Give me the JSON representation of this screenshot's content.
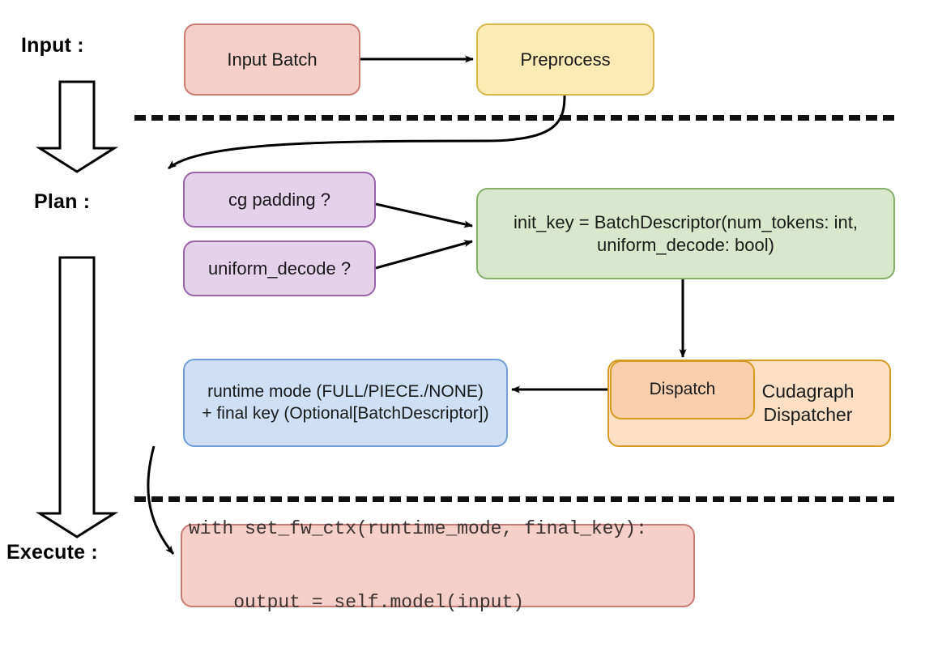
{
  "diagram": {
    "title": "vLLM cudagraph dispatch flow",
    "stage_labels": [
      {
        "id": "input",
        "text": "Input :"
      },
      {
        "id": "plan",
        "text": "Plan :"
      },
      {
        "id": "execute",
        "text": "Execute :"
      }
    ],
    "nodes": {
      "input_batch": {
        "label": "Input Batch",
        "fill": "#f6cfcb",
        "stroke": "#c97b74"
      },
      "preprocess": {
        "label": "Preprocess",
        "fill": "#fdeab5",
        "stroke": "#d9b84b"
      },
      "cg_padding": {
        "label": "cg padding ?",
        "fill": "#e3d2e9",
        "stroke": "#9a63ab"
      },
      "uniform_decode": {
        "label": "uniform_decode ?",
        "fill": "#e3d2e9",
        "stroke": "#9a63ab"
      },
      "init_key": {
        "line1": "init_key = BatchDescriptor(num_tokens: int,",
        "line2": "uniform_decode: bool)",
        "fill": "#d9e8cd",
        "stroke": "#86b06a"
      },
      "runtime_mode": {
        "line1": "runtime mode (FULL/PIECE./NONE)",
        "line2": "+ final key (Optional[BatchDescriptor])",
        "fill": "#cfdff5",
        "stroke": "#6f9ed6"
      },
      "cudagraph_dispatcher": {
        "line1": "Cudagraph",
        "line2": "Dispatcher",
        "fill": "#fde0c3",
        "stroke": "#d79b24"
      },
      "dispatch": {
        "label": "Dispatch",
        "fill": "#f9cfae",
        "stroke": "#d79b24"
      },
      "code_block": {
        "line1": "with set_fw_ctx(runtime_mode, final_key):",
        "line2": "    output = self.model(input)",
        "fill": "#f6cfcb",
        "stroke": "#c97b74"
      }
    },
    "separators": [
      {
        "id": "input-plan-divider",
        "style": "dashed"
      },
      {
        "id": "plan-execute-divider",
        "style": "dashed"
      }
    ],
    "flow_arrows": [
      {
        "id": "input-batch-to-preprocess",
        "from": "input_batch",
        "to": "preprocess"
      },
      {
        "id": "preprocess-to-cg-padding",
        "from": "preprocess",
        "to": "cg_padding"
      },
      {
        "id": "cg-padding-to-init-key",
        "from": "cg_padding",
        "to": "init_key"
      },
      {
        "id": "uniform-decode-to-init-key",
        "from": "uniform_decode",
        "to": "init_key"
      },
      {
        "id": "init-key-to-dispatch",
        "from": "init_key",
        "to": "dispatch"
      },
      {
        "id": "dispatch-to-runtime-mode",
        "from": "dispatch",
        "to": "runtime_mode"
      },
      {
        "id": "runtime-mode-to-code-block",
        "from": "runtime_mode",
        "to": "code_block"
      }
    ],
    "stage_arrows": [
      {
        "id": "input-to-plan-stage-arrow",
        "direction": "down"
      },
      {
        "id": "plan-to-execute-stage-arrow",
        "direction": "down"
      }
    ]
  }
}
